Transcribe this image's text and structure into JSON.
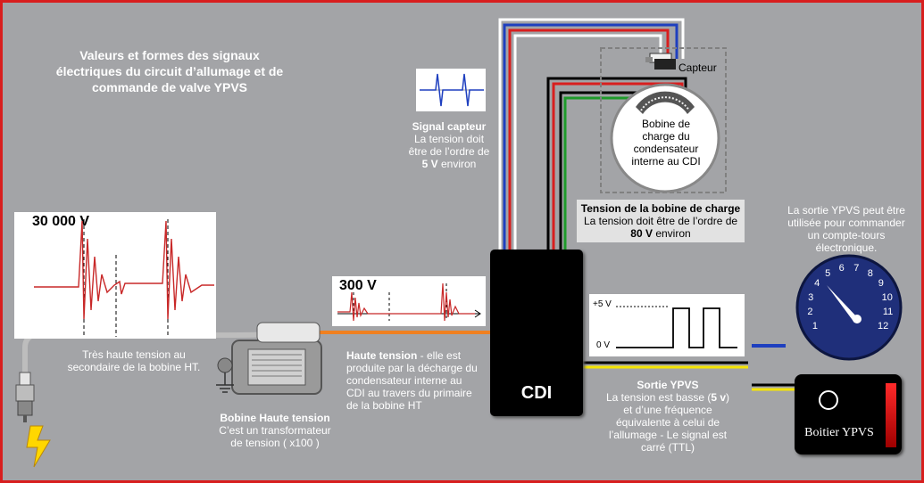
{
  "title": "Valeurs et formes des signaux électriques du circuit d’allumage et de commande de valve YPVS",
  "capteur": {
    "heading": "Signal capteur",
    "line1": "La tension doit",
    "line2": "être de l’ordre de",
    "value": "5 V",
    "suffix": "environ"
  },
  "capteur_label": "Capteur",
  "bobine_charge_label": {
    "l1": "Bobine de",
    "l2": "charge du",
    "l3": "condensateur",
    "l4": "interne au CDI"
  },
  "tension_bobine": {
    "heading": "Tension de la bobine de charge",
    "line1": "La tension doit être de l’ordre de",
    "value": "80 V",
    "suffix": "environ"
  },
  "ypvs_note": {
    "l1": "La sortie YPVS peut être",
    "l2": "utilisée pour commander",
    "l3": "un compte-tours",
    "l4": "électronique."
  },
  "graph_30000": "30 000 V",
  "graph_300": "300 V",
  "ttl_high": "+5 V",
  "ttl_low": "0 V",
  "tres_haute": {
    "l1": "Très haute tension au",
    "l2": "secondaire de la bobine HT."
  },
  "bobine_ht": {
    "heading": "Bobine Haute tension",
    "l1": "C’est un transformateur",
    "l2": "de tension ( x100 )"
  },
  "haute_tension": {
    "heading": "Haute tension",
    "l1": " - elle est",
    "l2": "produite par la décharge du",
    "l3": "condensateur interne au",
    "l4": "CDI au travers du primaire",
    "l5": "de la bobine HT"
  },
  "cdi_label": "CDI",
  "sortie_ypvs": {
    "heading": "Sortie YPVS",
    "l1a": "La tension est basse (",
    "l1b": "5 v",
    "l1c": ")",
    "l2": "et d’une fréquence",
    "l3": "équivalente à celui de",
    "l4": "l’allumage - Le signal est",
    "l5": "carré (TTL)"
  },
  "boitier_label": "Boitier YPVS",
  "tachometer": {
    "numbers": [
      "1",
      "2",
      "3",
      "4",
      "5",
      "6",
      "7",
      "8",
      "9",
      "10",
      "11",
      "12"
    ]
  },
  "colors": {
    "background": "#a3a4a7",
    "frame": "#d81e1e",
    "wire_orange": "#f08020",
    "wire_blue": "#1e3fbf",
    "wire_red": "#d81e1e",
    "wire_green": "#1e9a2a",
    "wire_yellow": "#f5e400",
    "tacho_face": "#1f2f7a",
    "signal_red": "#c82828"
  }
}
